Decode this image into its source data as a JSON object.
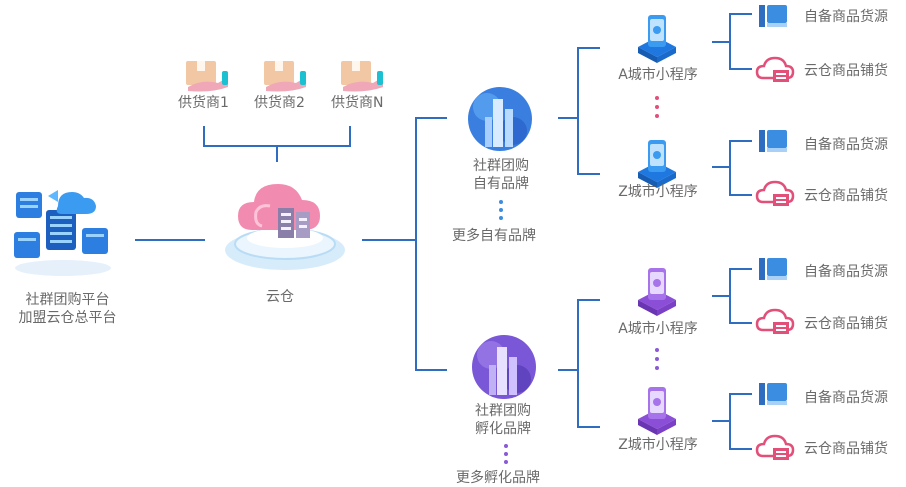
{
  "platform": {
    "line1": "社群团购平台",
    "line2": "加盟云仓总平台"
  },
  "cloud_warehouse": {
    "label": "云仓"
  },
  "suppliers": [
    "供货商1",
    "供货商2",
    "供货商N"
  ],
  "brands": {
    "own": {
      "line1": "社群团购",
      "line2": "自有品牌",
      "more": "更多自有品牌"
    },
    "incubated": {
      "line1": "社群团购",
      "line2": "孵化品牌",
      "more": "更多孵化品牌"
    }
  },
  "mini_programs": {
    "a": "A城市小程序",
    "z": "Z城市小程序"
  },
  "sources": {
    "self": "自备商品货源",
    "cloud": "云仓商品铺货"
  },
  "colors": {
    "line": "#2e6dbf",
    "blue_accent": "#3a8de0",
    "purple_accent": "#8a5ad6",
    "pink_accent": "#e2507a",
    "text": "#6a6a6a"
  }
}
